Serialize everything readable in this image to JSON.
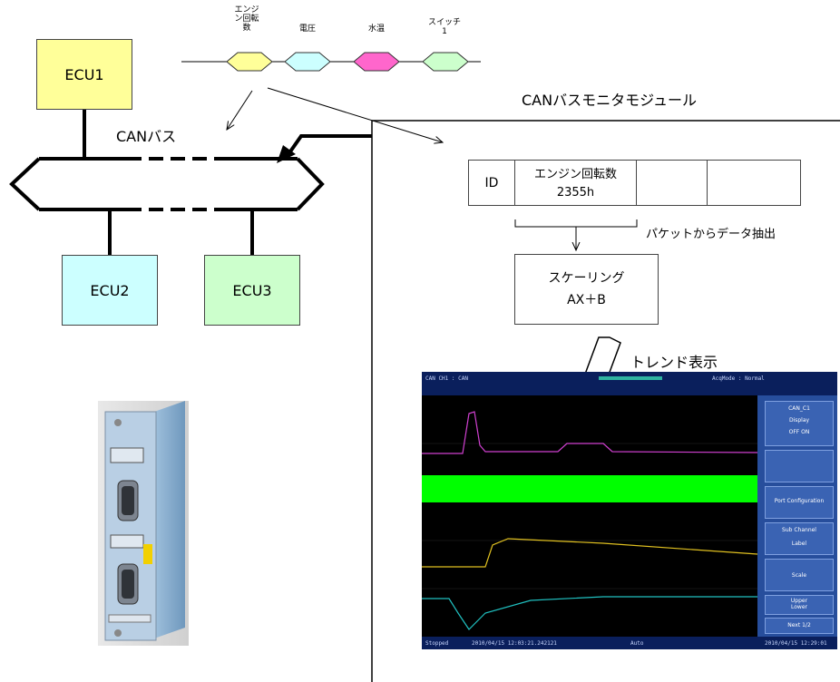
{
  "nodes": {
    "ecu1": "ECU1",
    "ecu2": "ECU2",
    "ecu3": "ECU3"
  },
  "bus_label": "CANバス",
  "module_title": "CANバスモニタモジュール",
  "packet": {
    "signals": [
      "エンジ\nン回転\n数",
      "電圧",
      "水温",
      "スイッチ\n1"
    ],
    "colors": [
      "#ffff99",
      "#ccffff",
      "#ff66cc",
      "#ccffcc"
    ]
  },
  "frame": {
    "id_label": "ID",
    "field_name": "エンジン回転数",
    "field_value": "2355h"
  },
  "extract_label": "パケットからデータ抽出",
  "scaling": {
    "line1": "スケーリング",
    "line2": "AX＋B"
  },
  "trend_label": "トレンド表示",
  "colors": {
    "ecu1": "#ffff99",
    "ecu2": "#ccffff",
    "ecu3": "#ccffcc",
    "trace_magenta": "#d040d0",
    "trace_green": "#00ff00",
    "trace_yellow": "#e0c020",
    "trace_cyan": "#20c0c0"
  },
  "scope_screen": {
    "header_left": "CAN CH1 : CAN",
    "header_right": "AcqMode : Normal",
    "side_panel": [
      "CAN_C1",
      "Display",
      "OFF  ON",
      "Port Configuration",
      "Sub Channel",
      "Label",
      "Scale",
      "Upper",
      "Lower",
      "Next 1/2"
    ],
    "footer_left": "Stopped",
    "footer_mid": "2010/04/15 12:03:21.242121",
    "footer_auto": "Auto",
    "footer_right": "2010/04/15 12:29:01"
  }
}
